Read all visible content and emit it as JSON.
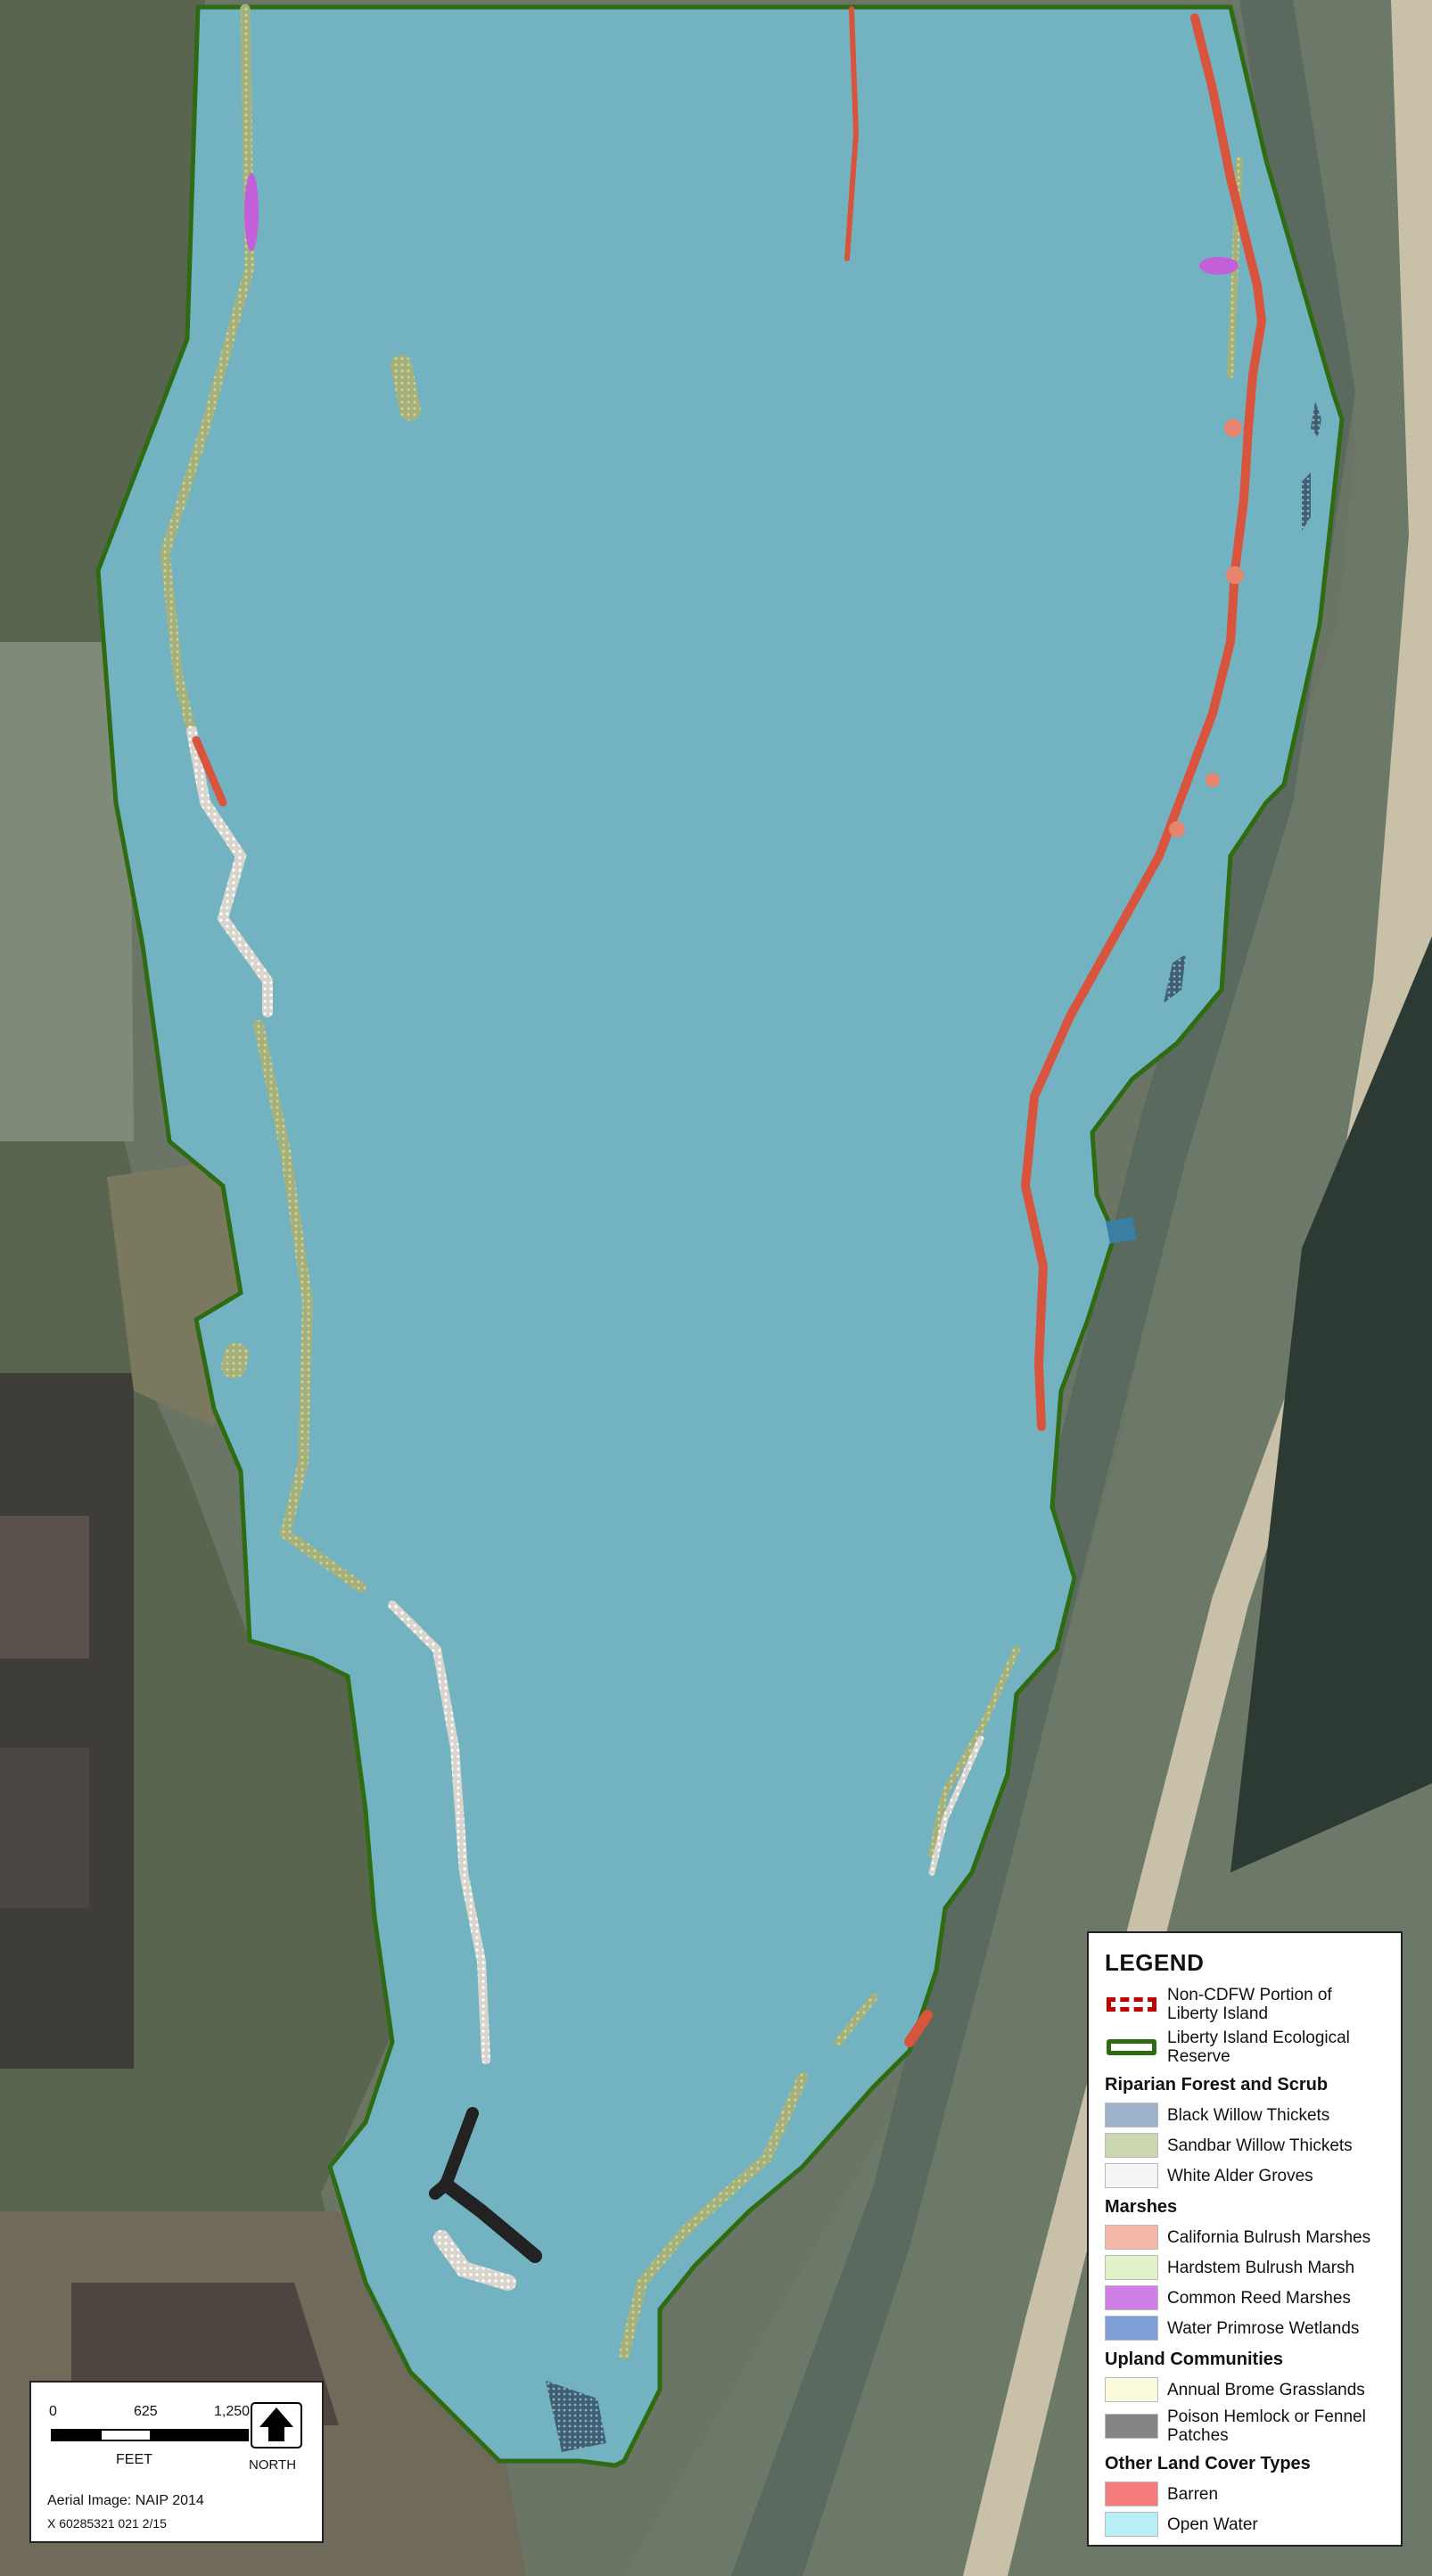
{
  "legend": {
    "title": "LEGEND",
    "boundaries": [
      {
        "label": "Non-CDFW Portion of Liberty Island",
        "style": "dashed",
        "color": "#c00000"
      },
      {
        "label": "Liberty Island Ecological Reserve",
        "style": "outline",
        "color": "#2f6b12"
      }
    ],
    "groups": [
      {
        "title": "Riparian Forest and Scrub",
        "items": [
          {
            "label": "Black Willow Thickets",
            "color": "#9cb3c9",
            "pattern": "stipple"
          },
          {
            "label": "Sandbar Willow Thickets",
            "color": "#c9d6b0",
            "pattern": "stipple"
          },
          {
            "label": "White Alder Groves",
            "color": "#f4f4f4",
            "pattern": "dots"
          }
        ]
      },
      {
        "title": "Marshes",
        "items": [
          {
            "label": "California Bulrush Marshes",
            "color": "#f4b8a8"
          },
          {
            "label": "Hardstem Bulrush Marsh",
            "color": "#dff2c8"
          },
          {
            "label": "Common Reed Marshes",
            "color": "#cf7fe6"
          },
          {
            "label": "Water Primrose Wetlands",
            "color": "#7f9fd6"
          }
        ]
      },
      {
        "title": "Upland Communities",
        "items": [
          {
            "label": "Annual Brome Grasslands",
            "color": "#fbfbdc"
          },
          {
            "label": "Poison Hemlock or Fennel Patches",
            "color": "#858585"
          }
        ]
      },
      {
        "title": "Other Land Cover Types",
        "items": [
          {
            "label": "Barren",
            "color": "#f47c7c"
          },
          {
            "label": "Open Water",
            "color": "#b8eef6"
          }
        ]
      }
    ]
  },
  "scale": {
    "ticks": [
      "0",
      "625",
      "1,250"
    ],
    "unit": "FEET",
    "north": "NORTH"
  },
  "credits": {
    "aerial": "Aerial Image: NAIP 2014",
    "code": "X 60285321 021    2/15"
  },
  "colors": {
    "water": "#73b3c1",
    "reserve_boundary": "#2f6b12",
    "non_cdfw": "#c00000",
    "land_dark": "#5f6b58",
    "land_light": "#8c937f"
  }
}
